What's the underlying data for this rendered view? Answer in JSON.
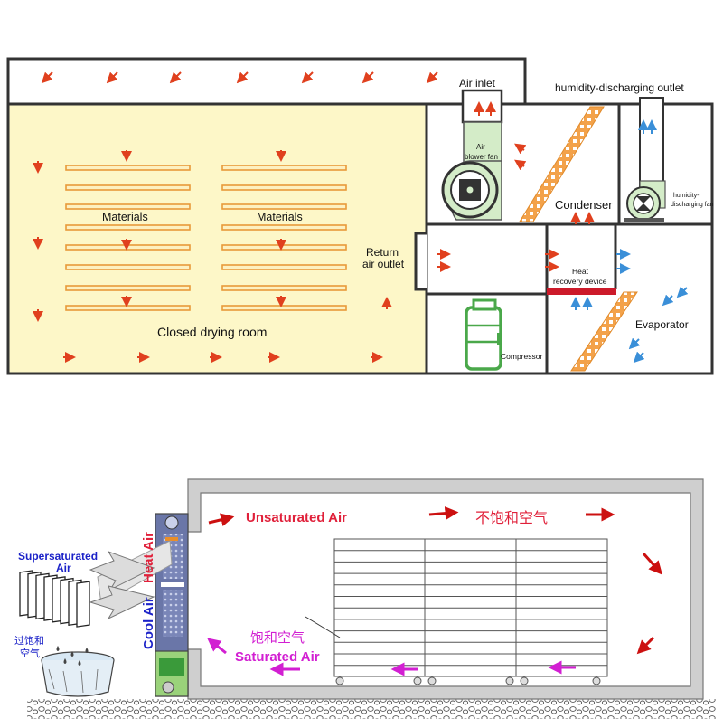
{
  "top": {
    "air_inlet": "Air inlet",
    "humidity_outlet": "humidity-discharging outlet",
    "air_blower_fan_1": "Air",
    "air_blower_fan_2": "blower fan",
    "condenser": "Condenser",
    "humidity_fan_1": "humidity-",
    "humidity_fan_2": "discharging fan",
    "materials_left": "Materials",
    "materials_right": "Materials",
    "return_outlet_1": "Return",
    "return_outlet_2": "air outlet",
    "heat_recovery_1": "Heat",
    "heat_recovery_2": "recovery device",
    "evaporator": "Evaporator",
    "compressor": "Compressor",
    "closed_room": "Closed drying room"
  },
  "bottom": {
    "unsaturated_air": "Unsaturated Air",
    "unsaturated_air_zh": "不饱和空气",
    "saturated_air_zh": "饱和空气",
    "saturated_air": "Saturated Air",
    "heat_air": "Heat Air",
    "cool_air": "Cool Air",
    "supersaturated_1": "Supersaturated",
    "supersaturated_2": "Air",
    "supersaturated_zh_1": "过饱和",
    "supersaturated_zh_2": "空气"
  },
  "colors": {
    "room_fill": "#fdf7c8",
    "warm_arrow": "#e0401e",
    "cool_arrow": "#3a8fd8",
    "shelf": "#e89a3a",
    "fan_green": "#d4ecc8",
    "compressor_green": "#4aa84a",
    "heat_recovery_bar": "#cc1a2a",
    "red_label": "#e0203a",
    "magenta_label": "#d21fd2",
    "blue_label": "#1b22c8"
  }
}
